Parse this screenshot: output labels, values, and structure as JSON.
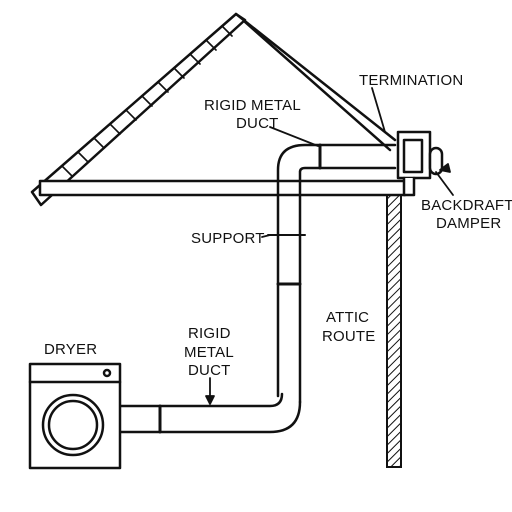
{
  "diagram": {
    "labels": {
      "termination": "TERMINATION",
      "rigid_duct_top_line1": "RIGID METAL",
      "rigid_duct_top_line2": "DUCT",
      "backdraft_line1": "BACKDRAFT",
      "backdraft_line2": "DAMPER",
      "support": "SUPPORT",
      "attic_route_line1": "ATTIC",
      "attic_route_line2": "ROUTE",
      "dryer": "DRYER",
      "rigid_duct_bottom_line1": "RIGID",
      "rigid_duct_bottom_line2": "METAL",
      "rigid_duct_bottom_line3": "DUCT"
    },
    "colors": {
      "line": "#111111",
      "background": "#ffffff"
    },
    "icons": {
      "dryer": "clothes-dryer-icon",
      "damper": "backdraft-damper-icon",
      "termination": "vent-hood-icon"
    }
  }
}
